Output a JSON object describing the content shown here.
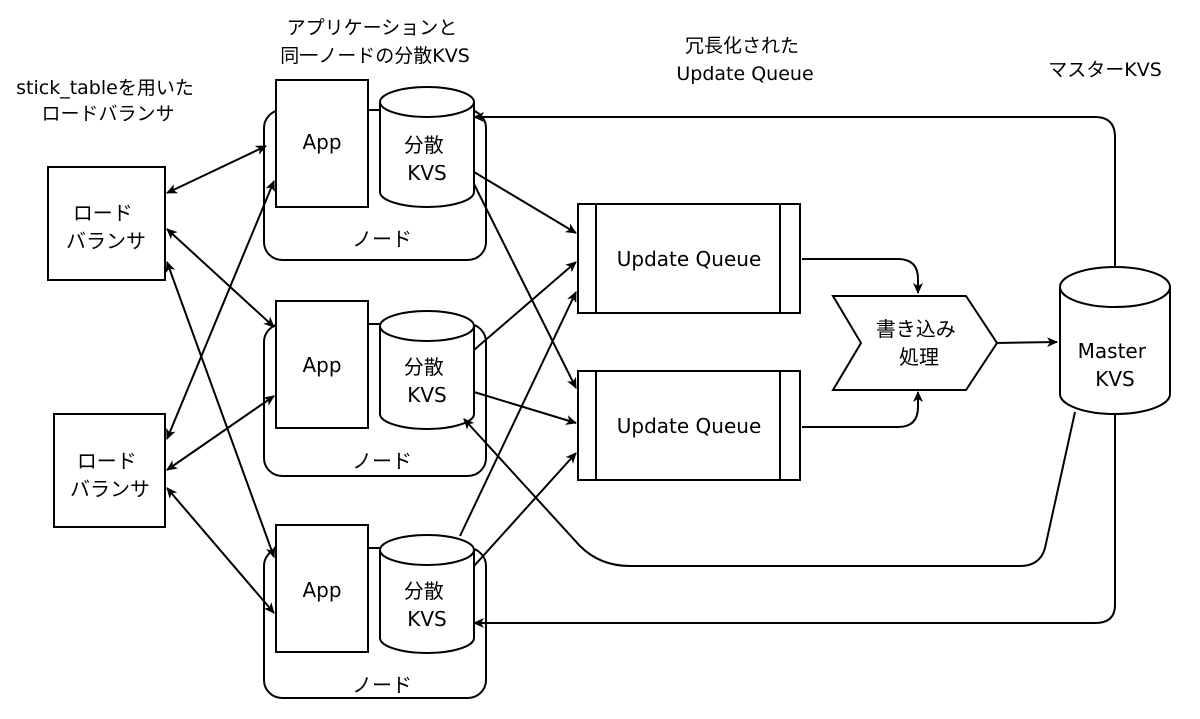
{
  "annotations": {
    "lb_caption": [
      "stick_tableを用いた",
      "ロードバランサ"
    ],
    "node_kvs_caption": [
      "アプリケーションと",
      "同一ノードの分散KVS"
    ],
    "queue_caption": [
      "冗長化された",
      "Update Queue"
    ],
    "master_caption": "マスターKVS"
  },
  "load_balancer_label": [
    "ロード",
    "バランサ"
  ],
  "node_label": "ノード",
  "app_label": "App",
  "dist_kvs_label": [
    "分散",
    "KVS"
  ],
  "update_queue_label": "Update Queue",
  "writer_label": [
    "書き込み",
    "処理"
  ],
  "master_kvs_label": [
    "Master",
    "KVS"
  ]
}
